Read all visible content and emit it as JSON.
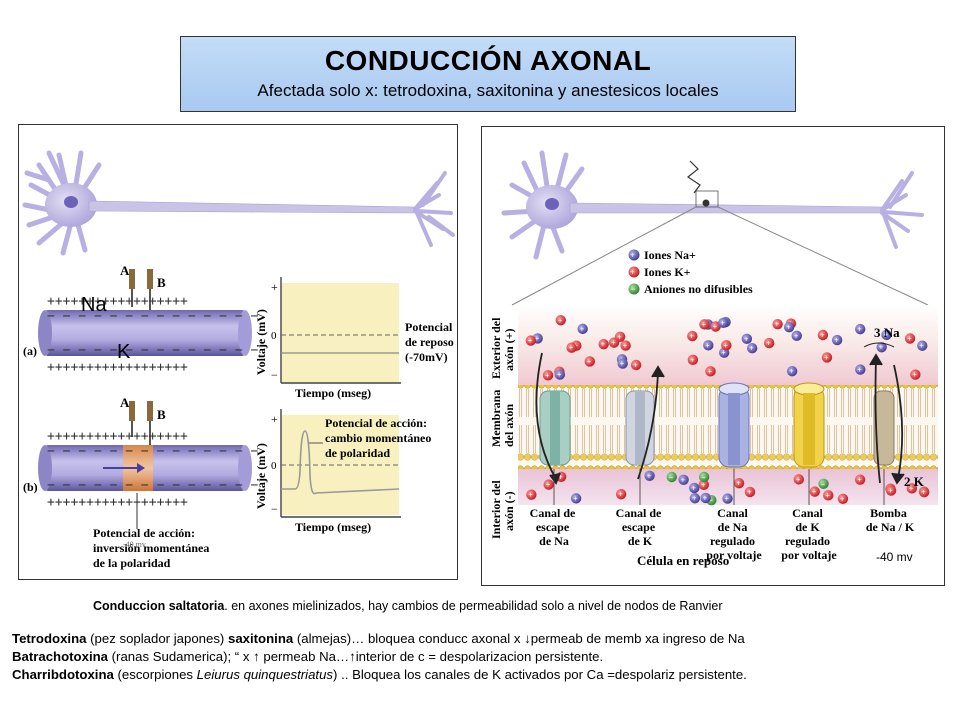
{
  "header": {
    "title": "CONDUCCIÓN AXONAL",
    "subtitle": "Afectada solo x: tetrodoxina, saxitonina y anestesicos locales"
  },
  "left_panel": {
    "label_a": "(a)",
    "label_b": "(b)",
    "electrode_a": "A",
    "electrode_b": "B",
    "ion_na": "Na",
    "ion_k": "K",
    "small_mv": "-40 mv",
    "y_axis": "Voltaje (mV)",
    "x_axis": "Tiempo (mseg)",
    "plus": "+",
    "minus": "−",
    "zero": "0",
    "resting_lines": [
      "Potencial",
      "de reposo",
      "(-70mV)"
    ],
    "action_lines": [
      "Potencial de acción:",
      "cambio momentáneo",
      "de polaridad"
    ],
    "inversion_lines": [
      "Potencial de acción:",
      "inversión momentánea",
      "de la polaridad"
    ]
  },
  "right_panel": {
    "legend": [
      "Iones Na+",
      "Iones K+",
      "Aniones no difusibles"
    ],
    "exterior_lines": [
      "Exterior del",
      "axón (+)"
    ],
    "membrane_lines": [
      "Membrana",
      "del axón"
    ],
    "interior_lines": [
      "Interior del",
      "axón (-)"
    ],
    "pump_top": "3 Na",
    "pump_bottom": "2 K",
    "channels": [
      [
        "Canal de",
        "escape",
        "de Na"
      ],
      [
        "Canal de",
        "escape",
        "de K"
      ],
      [
        "Canal",
        "de Na",
        "regulado",
        "por voltaje"
      ],
      [
        "Canal",
        "de K",
        "regulado",
        "por voltaje"
      ],
      [
        "Bomba",
        "de Na / K"
      ]
    ],
    "cell_caption": "Célula en reposo",
    "minus40": "-40 mv"
  },
  "captions": {
    "saltatoria_bold": "Conduccion saltatoria",
    "saltatoria_rest": ". en axones mielinizados, hay cambios de permeabilidad solo a nivel de nodos de Ranvier"
  },
  "notes": [
    {
      "b1": "Tetrodoxina",
      "t1": " (pez soplador japones) ",
      "b2": "saxitonina",
      "t2": " (almejas)… bloquea conducc axonal x ↓permeab de memb xa ingreso de Na"
    },
    {
      "b1": "Batrachotoxina",
      "t1": " (ranas Sudamerica); “ x ↑ permeab Na…↑interior de c = despolarizacion persistente."
    },
    {
      "b1": "Charribdotoxina",
      "t1": " (escorpiones ",
      "i1": "Leiurus quinquestriatus",
      "t2": ") .. Bloquea los canales de K activados por Ca =despolariz persistente."
    }
  ],
  "colors": {
    "title_bg": "#b5d1f3",
    "neuron": "#c9c3e6",
    "axon_tube": "#9e97d0",
    "graph_bg": "#f8f1bf",
    "action_band": "#f2b37a",
    "exterior": "#f7e1ea",
    "interior": "#e6bfd6",
    "na_ion": "#d8262b",
    "k_ion": "#5a54b0",
    "anion": "#4aa04a"
  }
}
